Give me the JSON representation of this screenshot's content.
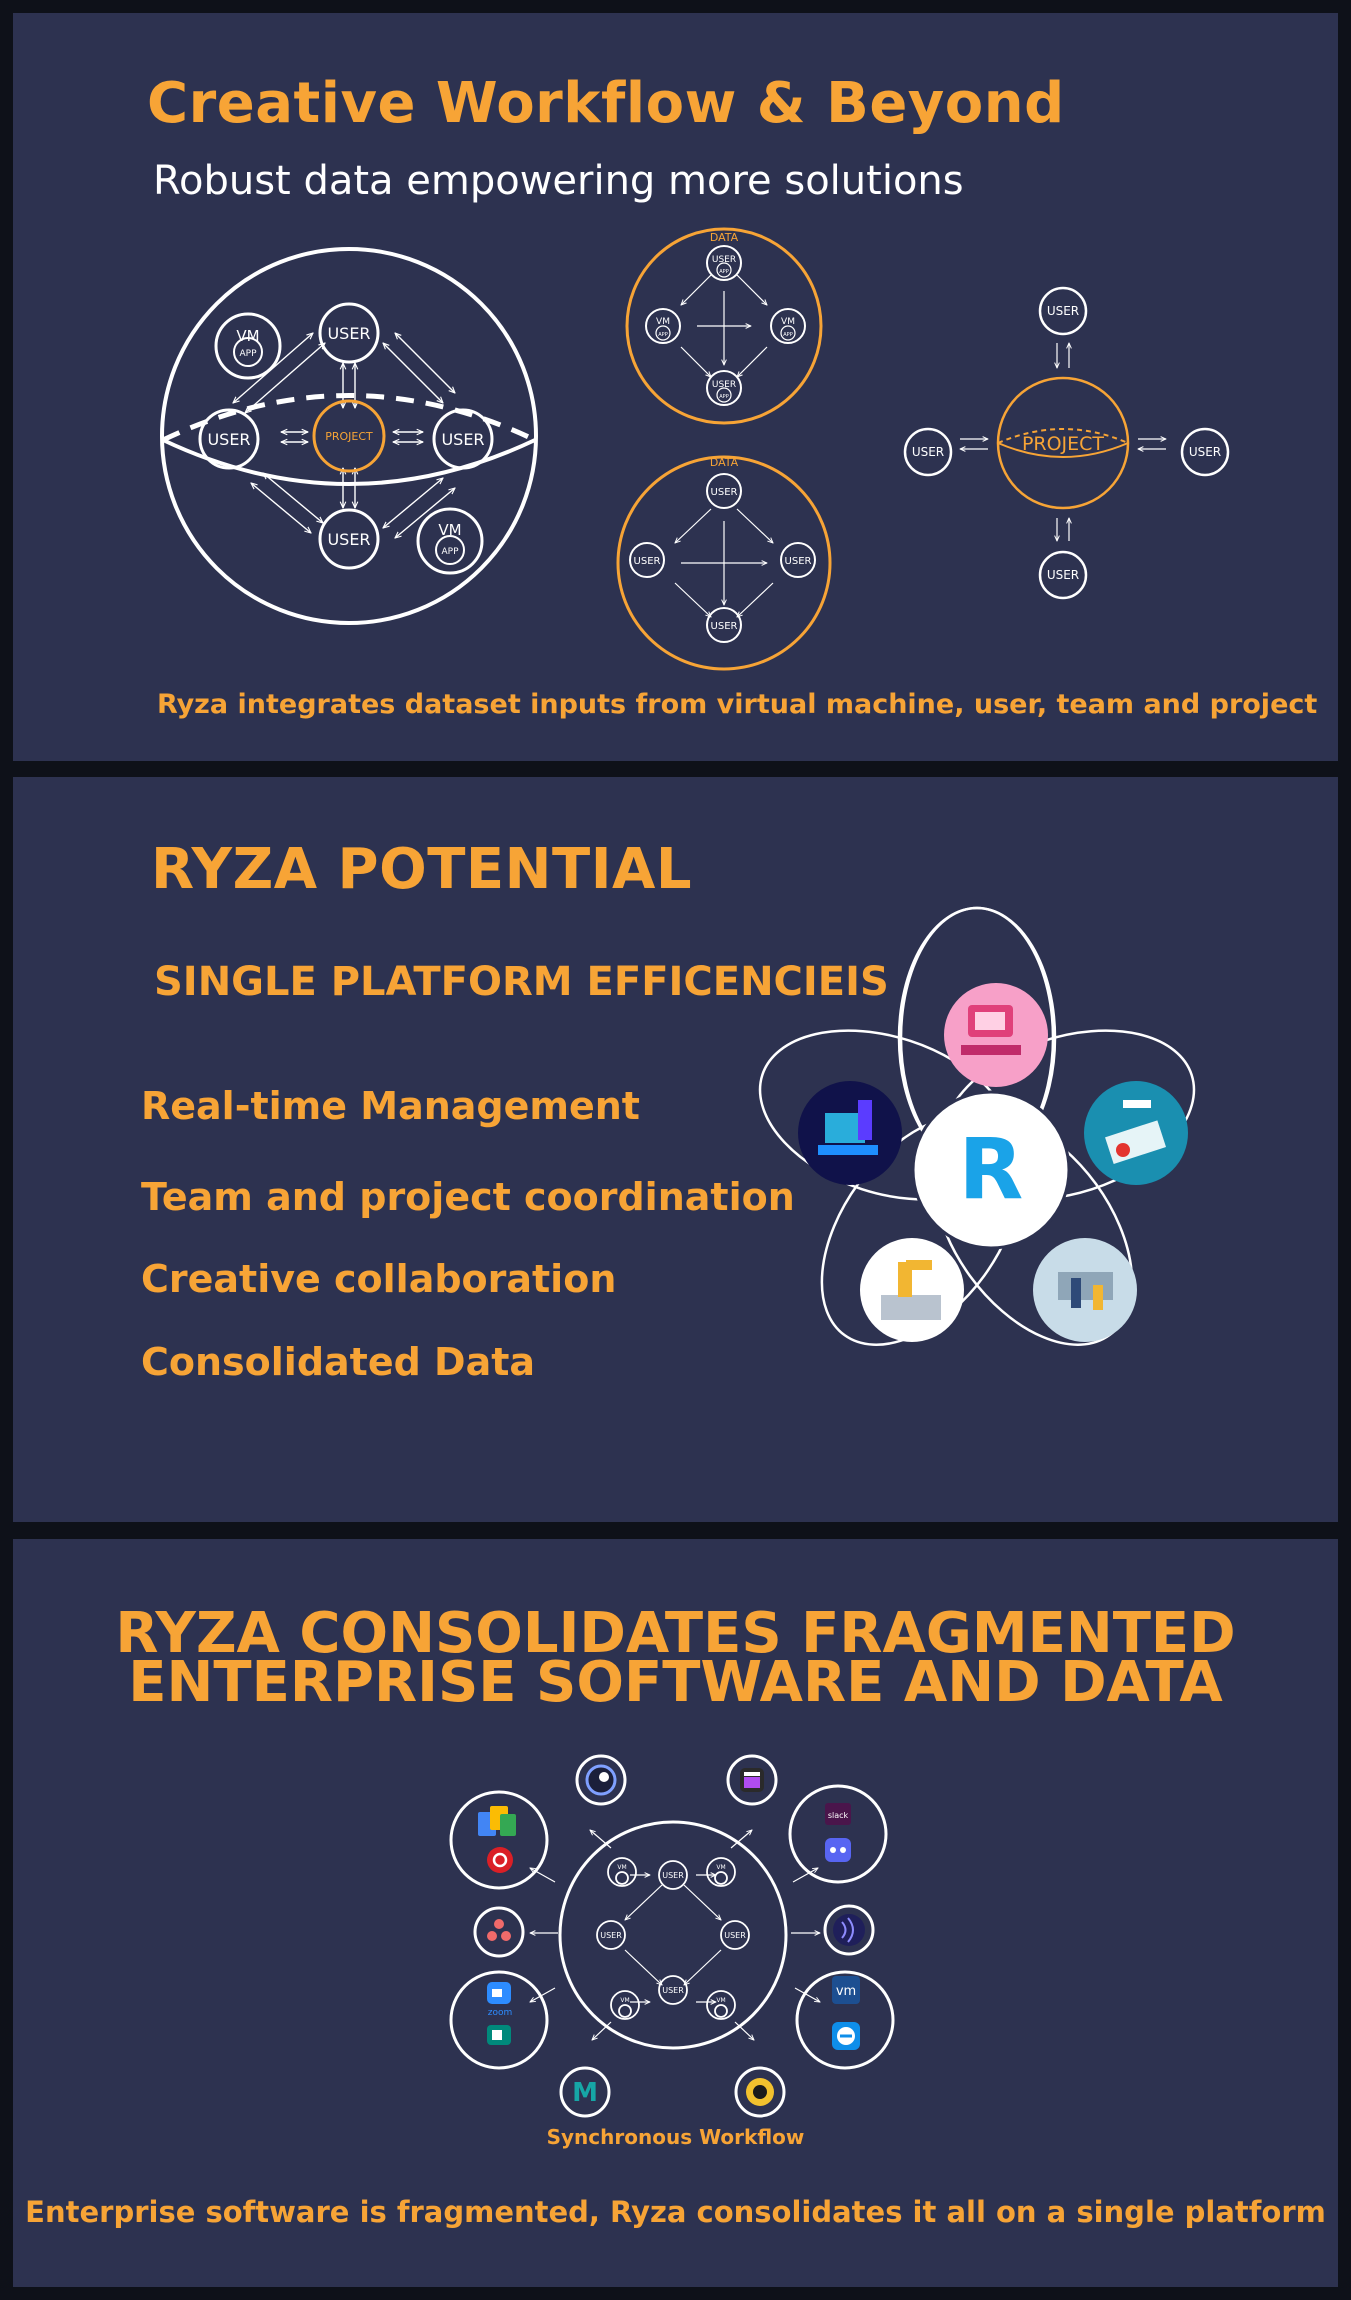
{
  "section1": {
    "title": "Creative Workflow & Beyond",
    "subtitle": "Robust data empowering more solutions",
    "caption": "Ryza integrates dataset inputs from virtual machine, user, team and project",
    "labels": {
      "vm": "VM",
      "app": "APP",
      "user": "USER",
      "project": "PROJECT",
      "data": "DATA"
    }
  },
  "section2": {
    "title": "RYZA POTENTIAL",
    "subtitle": "SINGLE PLATFORM EFFICENCIEIS",
    "features": [
      "Real-time Management",
      "Team and project coordination",
      "Creative collaboration",
      "Consolidated Data"
    ],
    "logo_letter": "R"
  },
  "section3": {
    "title_line1": "RYZA CONSOLIDATES FRAGMENTED",
    "title_line2": "ENTERPRISE SOFTWARE AND DATA",
    "workflow_label": "Synchronous Workflow",
    "caption": "Enterprise software is fragmented, Ryza consolidates it all on a single platform",
    "app_icons": [
      "cinema4d-icon",
      "final-cut-icon",
      "google-docs-icon",
      "adobe-cc-icon",
      "slack-icon",
      "discord-icon",
      "asana-icon",
      "audio-icon",
      "zoom-icon",
      "google-meet-icon",
      "vmware-icon",
      "teamviewer-icon",
      "maya-icon",
      "nuke-icon"
    ],
    "app_labels": {
      "slack": "slack",
      "zoom": "zoom",
      "vmware": "vm",
      "maya": "M"
    }
  },
  "colors": {
    "background": "#2d3250",
    "accent": "#f7a436",
    "frame": "#0e1119",
    "line": "#ffffff"
  }
}
